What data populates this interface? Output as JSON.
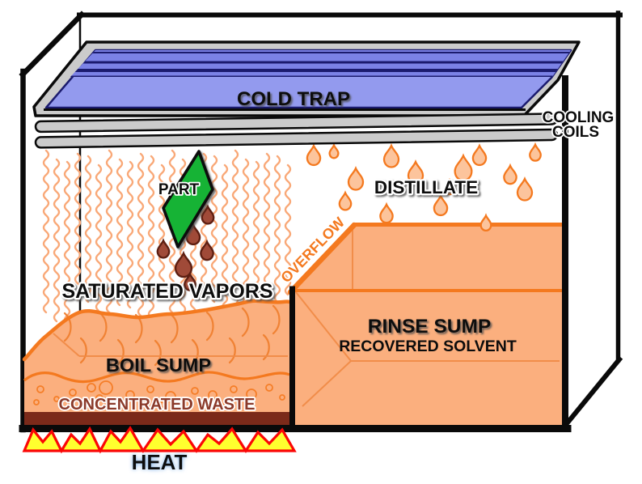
{
  "diagram": {
    "labels": {
      "cold_trap": "COLD TRAP",
      "cooling_coils_line1": "COOLING",
      "cooling_coils_line2": "COILS",
      "distillate": "DISTILLATE",
      "part": "PART",
      "saturated_vapors": "SATURATED VAPORS",
      "overflow": "OVERFLOW",
      "rinse_sump": "RINSE SUMP",
      "recovered_solvent": "RECOVERED SOLVENT",
      "boil_sump": "BOIL SUMP",
      "concentrated_waste": "CONCENTRATED WASTE",
      "heat": "HEAT"
    },
    "colors": {
      "orange_strong": "#F4791F",
      "orange_fill": "#FBAF7E",
      "orange_light": "#F9A877",
      "drop_fill": "#FCC49C",
      "brown_drop": "#A04A38",
      "brown_drop_stroke": "#5E1F12",
      "waste_brown": "#7B2A1A",
      "waste_text": "#8B3A2A",
      "part_green": "#17B335",
      "blue_top": "#7B82E6",
      "blue_front": "#939AEE",
      "navy": "#1B1B6E",
      "coil_grey": "#CBCBCB",
      "outline_black": "#0A0A0A",
      "flame_yellow": "#FFFF2E",
      "flame_red": "#FB0606",
      "heat_glow": "#79AEE8"
    }
  }
}
